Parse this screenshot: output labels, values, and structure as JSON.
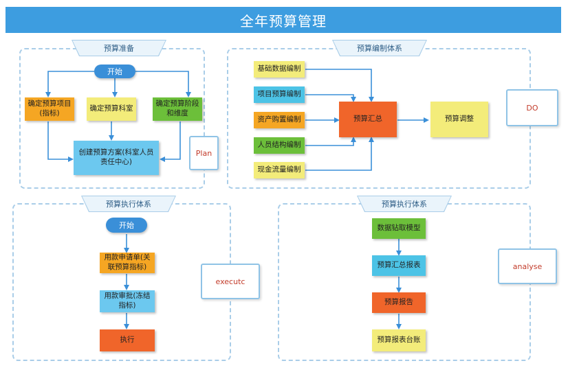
{
  "title": "全年预算管理",
  "panels": {
    "prep": {
      "tab": "预算准备"
    },
    "compile": {
      "tab": "预算编制体系"
    },
    "exec": {
      "tab": "预算执行体系"
    },
    "analyse": {
      "tab": "预算执行体系"
    }
  },
  "prep": {
    "start": "开始",
    "item1": "确定预算项目(指标)",
    "item2": "确定预算科室",
    "item3": "确定预算阶段和维度",
    "plan_box": "创建预算方案(科室人员责任中心)",
    "side_label": "Plan"
  },
  "compile": {
    "items": [
      "基础数据编制",
      "项目预算编制",
      "资产购置编制",
      "人员结构编制",
      "现金流量编制"
    ],
    "summary": "预算汇总",
    "adjust": "预算调整",
    "side_label": "DO"
  },
  "exec": {
    "start": "开始",
    "step1": "用款申请单(关联预算指标)",
    "step2": "用款审批(冻结指标)",
    "step3": "执行",
    "side_label": "executc"
  },
  "analyse": {
    "step1": "数据钻取模型",
    "step2": "预算汇总报表",
    "step3": "预算报告",
    "step4": "预算报表台账",
    "side_label": "analyse"
  },
  "colors": {
    "header": "#3d9de0",
    "orange": "#f5a623",
    "yellow": "#f3ec7a",
    "green": "#6cbf3a",
    "blue": "#6cc8ef",
    "red": "#f0652a",
    "arrow": "#3a8fd8"
  }
}
